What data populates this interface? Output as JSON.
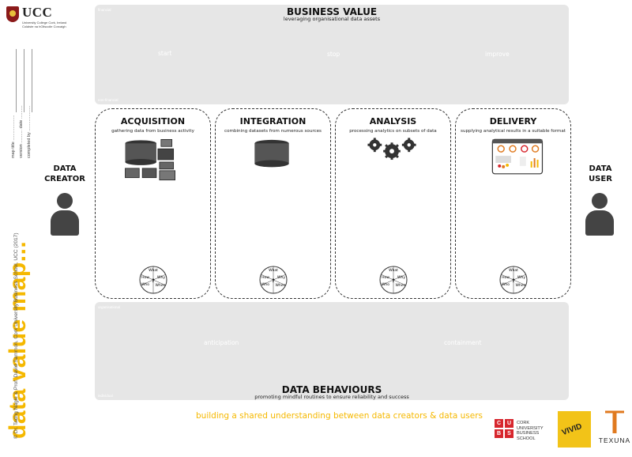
{
  "logo": {
    "name": "UCC",
    "sub_line_1": "University College Cork, Ireland",
    "sub_line_2": "Coláiste na hOllscoile Corcaigh"
  },
  "side": {
    "title": "data value map...",
    "copyright": "© Dr. Tadhg Nagle & Prof. David Sammon, Cork University Business School, UCC (2017)",
    "fields": [
      "map title",
      "version",
      "date",
      "completed by"
    ]
  },
  "business_value": {
    "title": "BUSINESS VALUE",
    "subtitle": "leveraging organisational data assets",
    "corner_top": "financial",
    "corner_bottom": "non-financial",
    "labels": [
      "start",
      "stop",
      "improve"
    ]
  },
  "stages": [
    {
      "title": "ACQUISITION",
      "subtitle": "gathering data from business activity"
    },
    {
      "title": "INTEGRATION",
      "subtitle": "combining datasets from numerous sources"
    },
    {
      "title": "ANALYSIS",
      "subtitle": "processing analytics on subsets of data"
    },
    {
      "title": "DELIVERY",
      "subtitle": "supplying analytical results in a suitable format"
    }
  ],
  "five_w": {
    "what": "What",
    "how": "How",
    "why": "Why",
    "who": "Who",
    "when": "When",
    "center": "?"
  },
  "actors": {
    "creator": {
      "line1": "DATA",
      "line2": "CREATOR"
    },
    "user": {
      "line1": "DATA",
      "line2": "USER"
    }
  },
  "data_behaviours": {
    "title": "DATA BEHAVIOURS",
    "subtitle": "promoting mindful routines to ensure reliability and success",
    "corner_top": "organisational",
    "corner_bottom": "individual",
    "labels": [
      "anticipation",
      "containment"
    ]
  },
  "tagline": "building a shared understanding between data creators & data users",
  "partners": {
    "cubs_letters": [
      "C",
      "U",
      "B",
      "S"
    ],
    "cubs_text": [
      "CORK",
      "UNIVERSITY",
      "BUSINESS",
      "SCHOOL"
    ],
    "vivid": "VIVID",
    "texuna": "TEXUNA"
  },
  "colors": {
    "accent": "#f5b800",
    "panel": "#e6e6e6",
    "cubs_red": "#d7262d",
    "vivid_yellow": "#f2c318",
    "actor": "#444444"
  }
}
